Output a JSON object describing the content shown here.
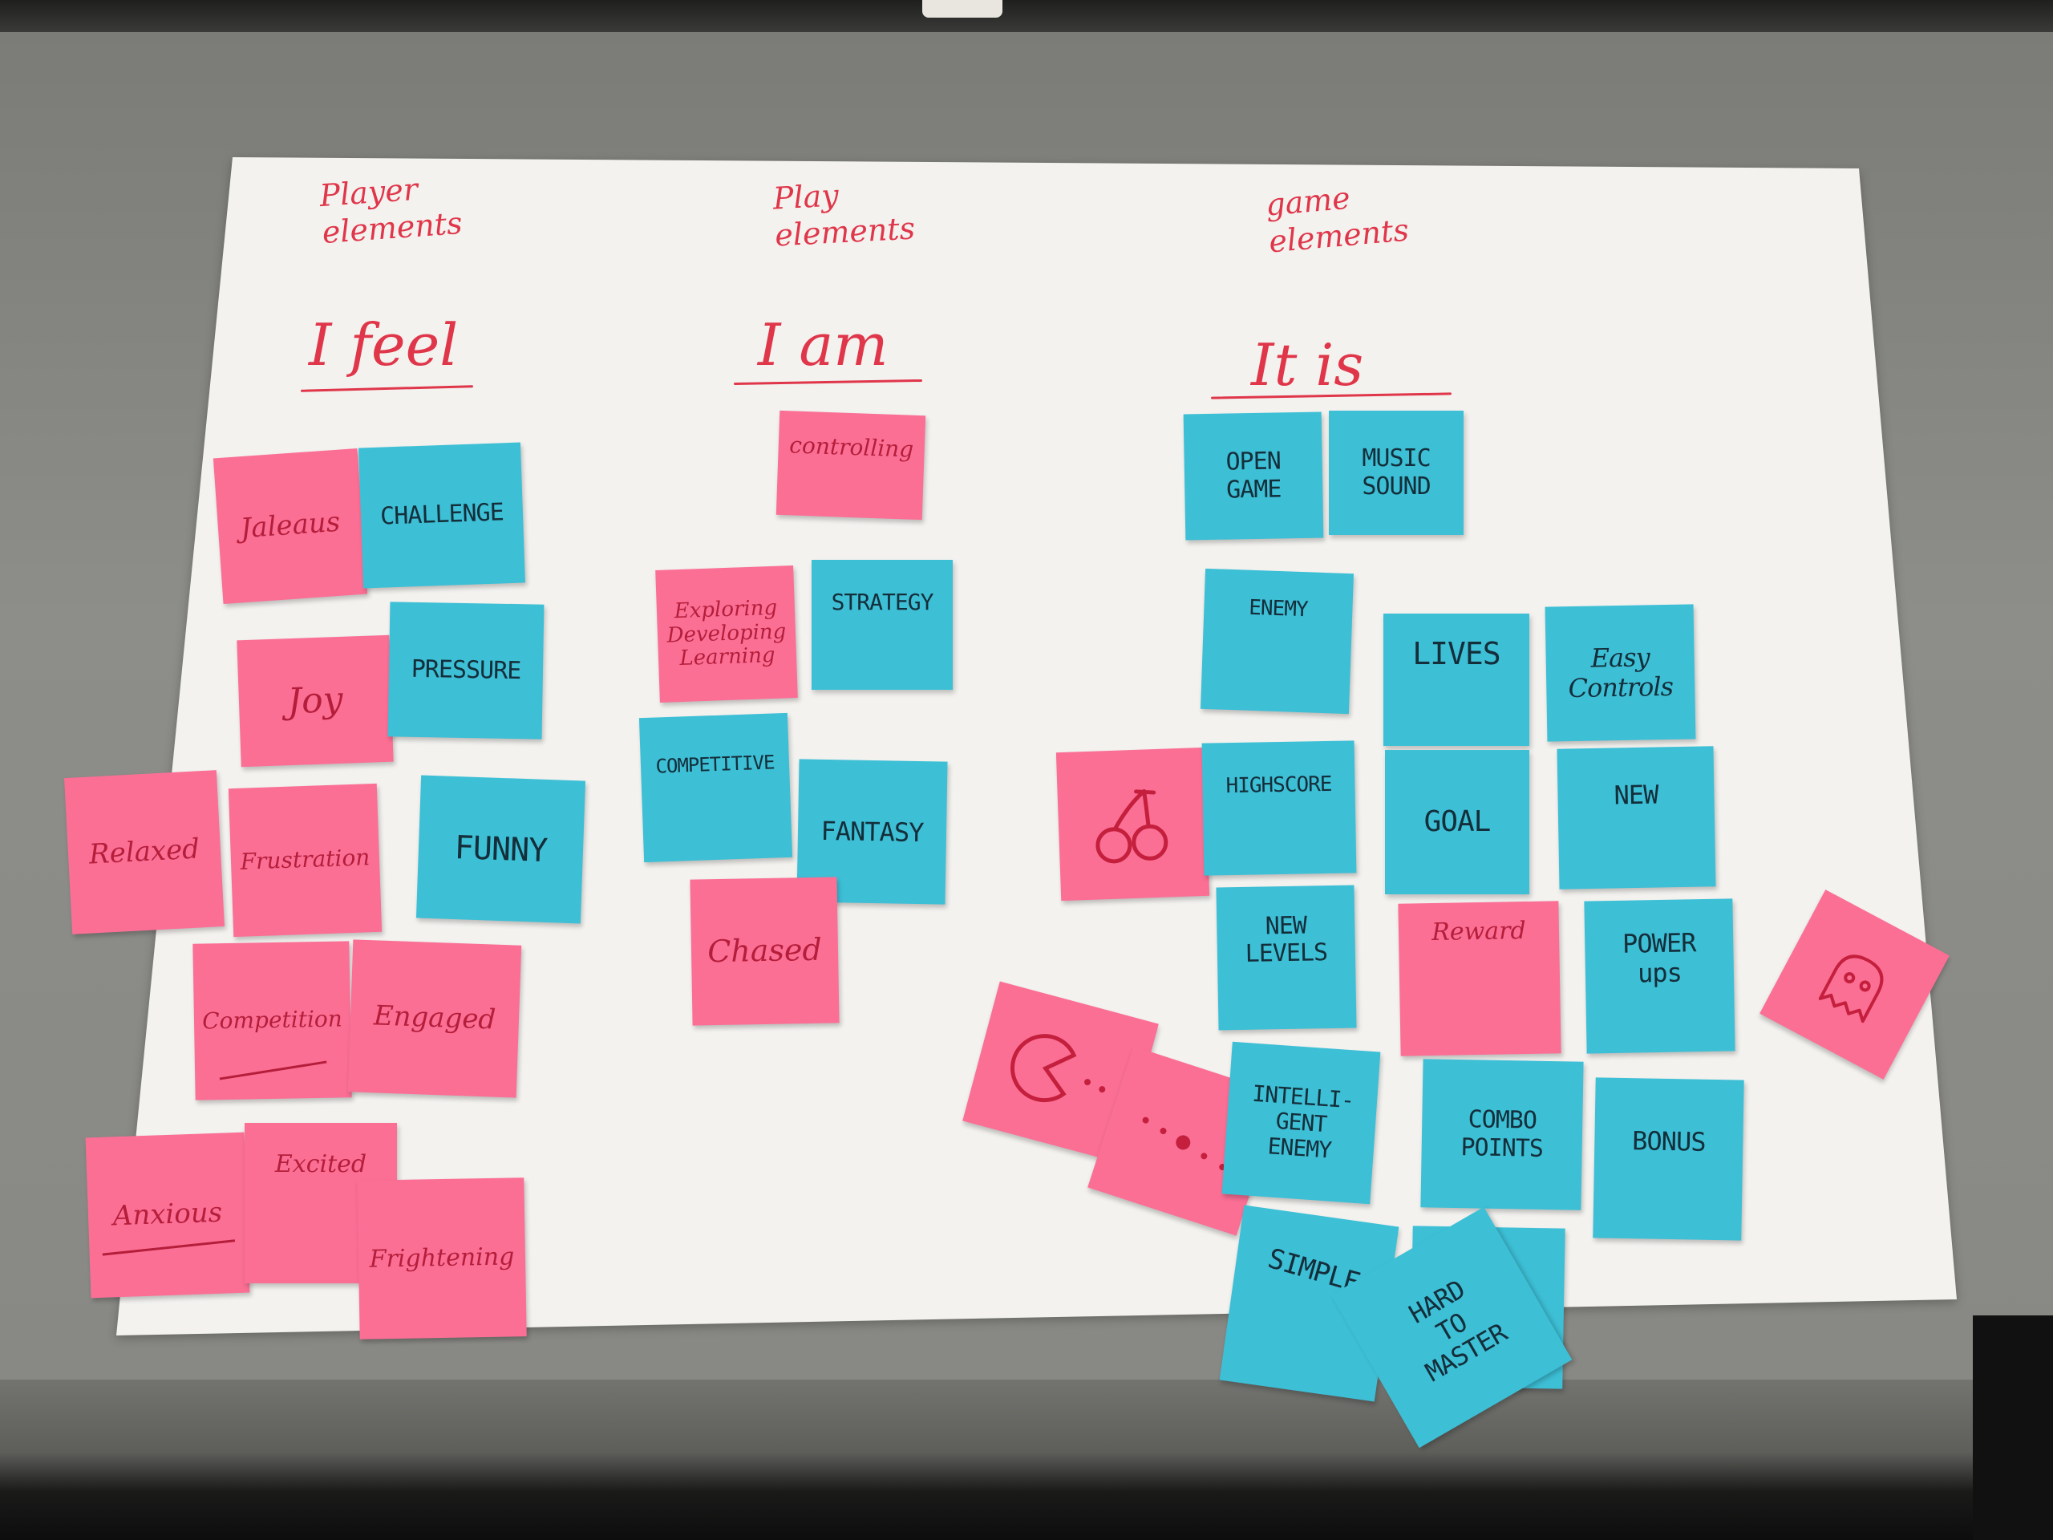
{
  "columns": [
    {
      "category": "Player\nelements",
      "heading": "I feel"
    },
    {
      "category": "Play\nelements",
      "heading": "I am"
    },
    {
      "category": "game\nelements",
      "heading": "It is"
    }
  ],
  "notes": {
    "jealous": "Jaleaus",
    "challenge": "CHALLENGE",
    "joy": "Joy",
    "pressure": "PRESSURE",
    "relaxed": "Relaxed",
    "frustration": "Frustration",
    "funny": "FUNNY",
    "competition": "Competition",
    "engaged": "Engaged",
    "anxious": "Anxious",
    "excited": "Excited",
    "frightening": "Frightening",
    "controlling": "controlling",
    "exploring": "Exploring\nDeveloping\nLearning",
    "strategy": "STRATEGY",
    "competitive": "COMPETITIVE",
    "fantasy": "FANTASY",
    "chased": "Chased",
    "open_game": "OPEN\nGAME",
    "music_sound": "MUSIC\nSOUND",
    "enemy": "ENEMY",
    "lives": "LIVES",
    "easy_controls": "Easy\nControls",
    "highscore": "HIGHSCORE",
    "goal": "GOAL",
    "new": "NEW",
    "new_levels": "NEW\nLEVELS",
    "reward": "Reward",
    "power_ups": "POWER\nups",
    "intelligent_enemy": "INTELLI-\nGENT\nENEMY",
    "combo_points": "COMBO\nPOINTS",
    "bonus": "BONUS",
    "simple": "SIMPLE",
    "hard_to_master": "HARD\nTO\nMASTER"
  },
  "icons": {
    "cherry": "cherry-icon",
    "pacman": "pacman-icon",
    "dots": "pellets-icon",
    "ghost": "ghost-icon"
  },
  "colors": {
    "pink_note": "#fb6f95",
    "blue_note": "#3dbfd6",
    "marker_red": "#e0364a",
    "paper": "#f3f2ef"
  }
}
